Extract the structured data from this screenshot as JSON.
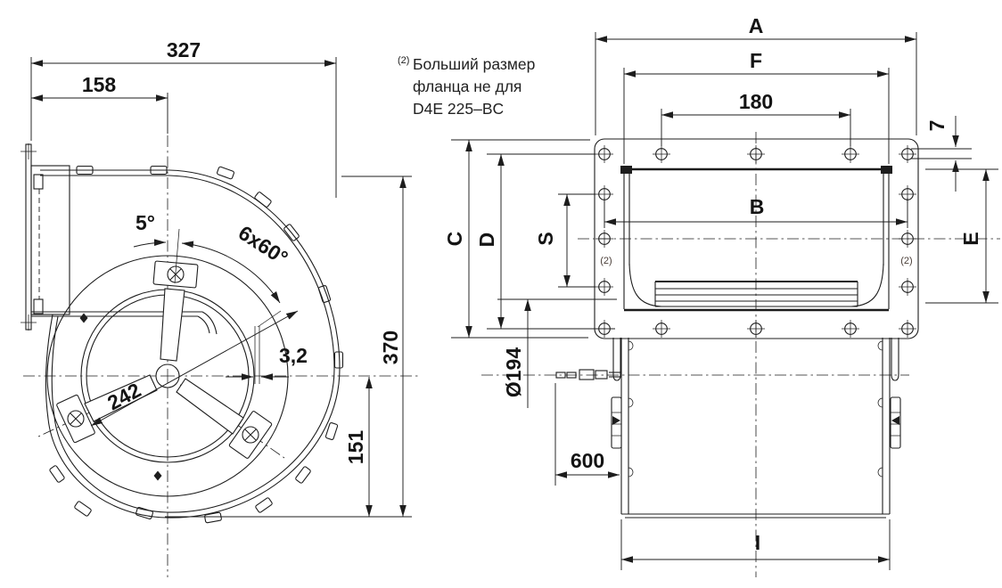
{
  "note": {
    "marker": "(2)",
    "line1": "Больший размер",
    "line2": "фланца не для",
    "line3": "D4E 225–BC"
  },
  "left_view": {
    "total_width": "327",
    "flange_to_center": "158",
    "tilt_angle": "5°",
    "hole_pattern": "6x60°",
    "blade_gap": "3,2",
    "bolt_circle": "242",
    "total_height": "370",
    "center_to_bottom": "151"
  },
  "right_view": {
    "flange_width": "A",
    "opening_width": "F",
    "top_hole_spacing": "180",
    "flange_offset": "7",
    "flange_height": "C",
    "hole_row_spacing": "D",
    "side_hole_spacing": "S",
    "hole_col_spacing": "B",
    "inlet_height": "E",
    "inlet_diameter": "Ø194",
    "cable_length": "600",
    "housing_width": "I",
    "marker_left": "(2)",
    "marker_right": "(2)"
  }
}
